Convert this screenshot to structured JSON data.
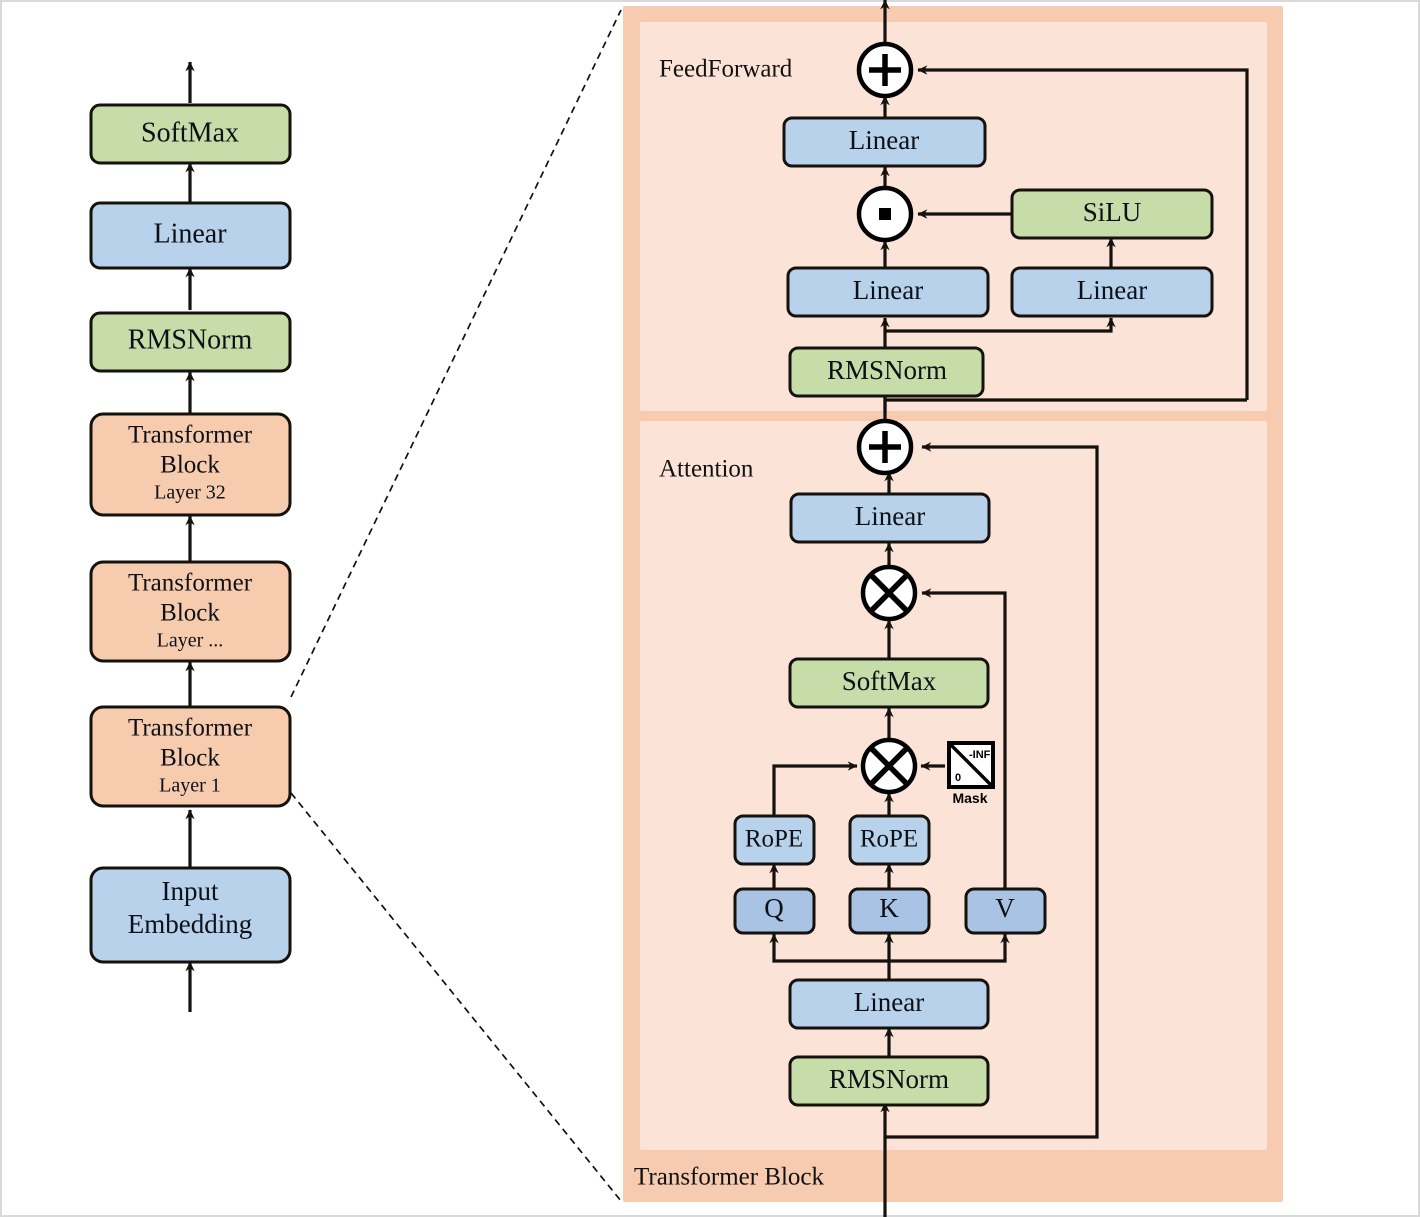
{
  "figure": {
    "title": "Transformer (LLaMA-style) architecture block diagram",
    "background": "#ffffff"
  },
  "palette": {
    "green": "#c6dca9",
    "blue": "#b9d2ec",
    "blue_dark": "#a9c3e4",
    "orange": "#f7cbae",
    "panel_outer": "#f6cbb0",
    "panel_inner": "#fbe4d7",
    "stroke": "#15110d",
    "white": "#ffffff"
  },
  "left_stack": {
    "name": "model-overview-column",
    "blocks": [
      {
        "id": "softmax",
        "label": "SoftMax",
        "sublabel": "",
        "color": "green"
      },
      {
        "id": "linear",
        "label": "Linear",
        "sublabel": "",
        "color": "blue"
      },
      {
        "id": "rmsnorm",
        "label": "RMSNorm",
        "sublabel": "",
        "color": "green"
      },
      {
        "id": "tblock32",
        "label": "Transformer Block",
        "sublabel": "Layer 32",
        "color": "orange"
      },
      {
        "id": "tblockdots",
        "label": "Transformer Block",
        "sublabel": "Layer ...",
        "color": "orange"
      },
      {
        "id": "tblock1",
        "label": "Transformer Block",
        "sublabel": "Layer 1",
        "color": "orange"
      },
      {
        "id": "inputemb",
        "label": "Input Embedding",
        "sublabel": "",
        "color": "blue"
      }
    ]
  },
  "detail_panel": {
    "outer_label": "Transformer Block",
    "feedforward": {
      "label": "FeedForward",
      "nodes": [
        {
          "id": "ff-add",
          "label": "+",
          "kind": "op-add"
        },
        {
          "id": "ff-linear-out",
          "label": "Linear",
          "kind": "box",
          "color": "blue"
        },
        {
          "id": "ff-mul",
          "label": ".",
          "kind": "op-dot"
        },
        {
          "id": "ff-silu",
          "label": "SiLU",
          "kind": "box",
          "color": "green"
        },
        {
          "id": "ff-linear-gate",
          "label": "Linear",
          "kind": "box",
          "color": "blue"
        },
        {
          "id": "ff-linear-up",
          "label": "Linear",
          "kind": "box",
          "color": "blue"
        },
        {
          "id": "ff-rmsnorm",
          "label": "RMSNorm",
          "kind": "box",
          "color": "green"
        }
      ]
    },
    "attention": {
      "label": "Attention",
      "nodes": [
        {
          "id": "att-add",
          "label": "+",
          "kind": "op-add"
        },
        {
          "id": "att-linear-o",
          "label": "Linear",
          "kind": "box",
          "color": "blue"
        },
        {
          "id": "att-mul-v",
          "label": "x",
          "kind": "op-mul"
        },
        {
          "id": "att-softmax",
          "label": "SoftMax",
          "kind": "box",
          "color": "green"
        },
        {
          "id": "att-mul-qk",
          "label": "x",
          "kind": "op-mul"
        },
        {
          "id": "att-mask",
          "label": "Mask",
          "kind": "mask",
          "hi": "-INF",
          "lo": "0"
        },
        {
          "id": "att-rope-q",
          "label": "RoPE",
          "kind": "box",
          "color": "blue"
        },
        {
          "id": "att-rope-k",
          "label": "RoPE",
          "kind": "box",
          "color": "blue"
        },
        {
          "id": "att-q",
          "label": "Q",
          "kind": "box",
          "color": "blue_dark"
        },
        {
          "id": "att-k",
          "label": "K",
          "kind": "box",
          "color": "blue_dark"
        },
        {
          "id": "att-v",
          "label": "V",
          "kind": "box",
          "color": "blue_dark"
        },
        {
          "id": "att-linear-qkv",
          "label": "Linear",
          "kind": "box",
          "color": "blue"
        },
        {
          "id": "att-rmsnorm",
          "label": "RMSNorm",
          "kind": "box",
          "color": "green"
        }
      ]
    }
  }
}
